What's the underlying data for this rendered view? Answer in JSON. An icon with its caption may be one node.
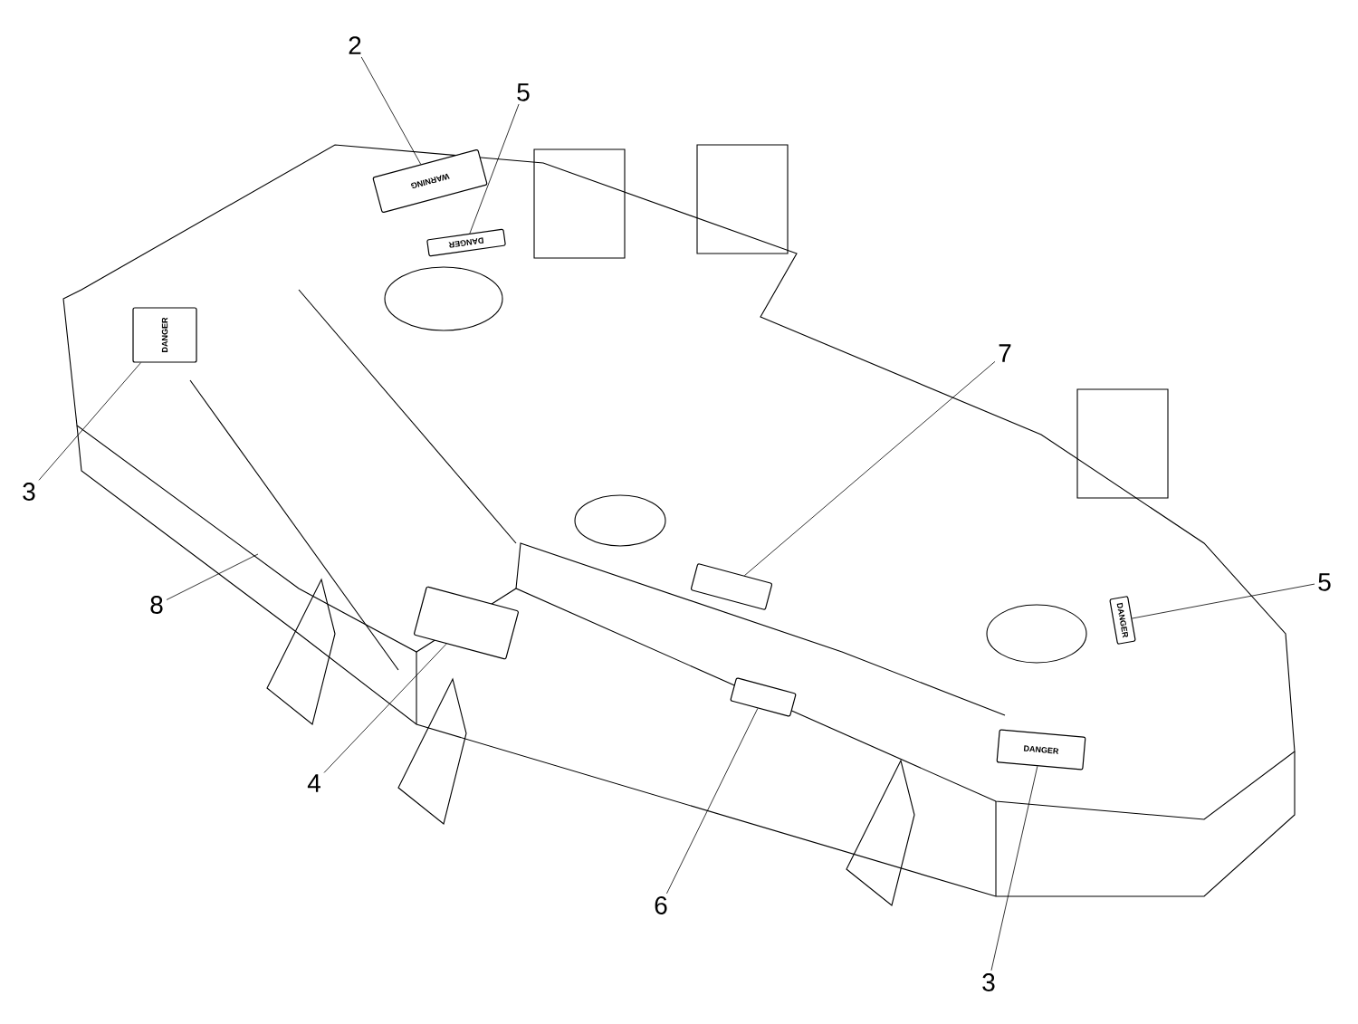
{
  "diagram": {
    "nodes": [
      {
        "text": [
          "2"
        ]
      },
      {
        "text": [
          "WARNING"
        ]
      },
      {
        "text": [
          "5"
        ]
      },
      {
        "text": [
          "DANGER"
        ]
      },
      {
        "text": [
          "3"
        ]
      },
      {
        "text": [
          "DANGER"
        ]
      },
      {
        "text": [
          "7"
        ]
      },
      {
        "text": [],
        "shape": "box"
      },
      {
        "text": [
          "5"
        ]
      },
      {
        "text": [
          "DANGER"
        ]
      },
      {
        "text": [
          "8"
        ]
      },
      {
        "text": [
          "4"
        ]
      },
      {
        "text": [],
        "shape": "box"
      },
      {
        "text": [
          "6"
        ]
      },
      {
        "text": [],
        "shape": "box"
      },
      {
        "text": [
          "3"
        ]
      },
      {
        "text": [
          "DANGER"
        ]
      }
    ],
    "edges": [
      {
        "from": 0,
        "to": 1,
        "arrow": "none"
      },
      {
        "from": 2,
        "to": 3,
        "arrow": "none"
      },
      {
        "from": 4,
        "to": 5,
        "arrow": "none"
      },
      {
        "from": 6,
        "to": 7,
        "arrow": "none"
      },
      {
        "from": 8,
        "to": 9,
        "arrow": "none"
      },
      {
        "from": 10,
        "to": null,
        "arrow": "none"
      },
      {
        "from": 11,
        "to": 12,
        "arrow": "none"
      },
      {
        "from": 13,
        "to": 14,
        "arrow": "none"
      },
      {
        "from": 15,
        "to": 16,
        "arrow": "none"
      }
    ]
  }
}
